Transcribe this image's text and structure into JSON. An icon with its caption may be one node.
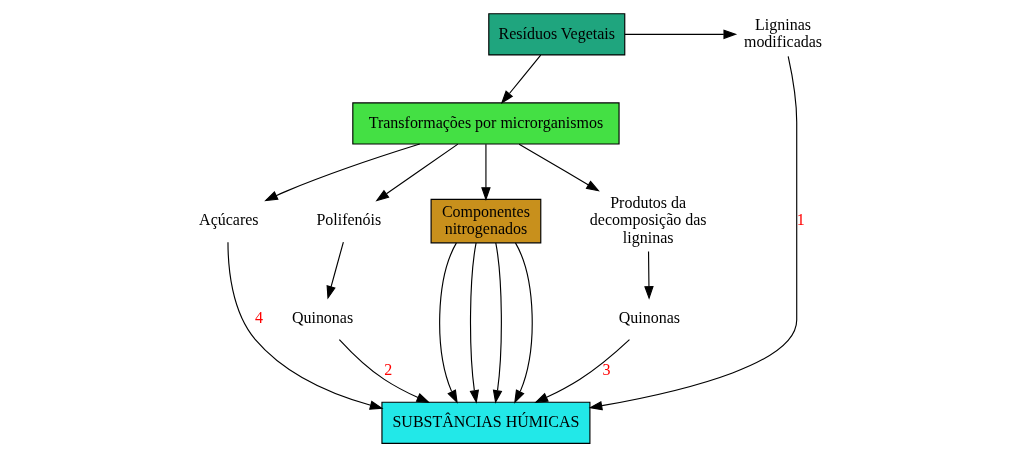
{
  "diagram": {
    "nodes": [
      {
        "text": [
          "Resíduos Vegetais"
        ]
      },
      {
        "text": [
          "Ligninas modificadas"
        ]
      },
      {
        "text": [
          "Transformações por microrganismos"
        ]
      },
      {
        "text": [
          "Açúcares"
        ]
      },
      {
        "text": [
          "Polifenóis"
        ]
      },
      {
        "text": [
          "Componentes nitrogenados"
        ]
      },
      {
        "text": [
          "Produtos da decomposição das ligninas"
        ]
      },
      {
        "text": [
          "Quinonas"
        ]
      },
      {
        "text": [
          "Quinonas"
        ]
      },
      {
        "text": [
          "SUBSTÂNCIAS HÚMICAS"
        ]
      }
    ],
    "edges": [
      {
        "from": 0,
        "to": 1,
        "arrow": "to"
      },
      {
        "from": 0,
        "to": 2,
        "arrow": "to"
      },
      {
        "from": 2,
        "to": 3,
        "arrow": "to"
      },
      {
        "from": 2,
        "to": 4,
        "arrow": "to"
      },
      {
        "from": 2,
        "to": 5,
        "arrow": "to"
      },
      {
        "from": 2,
        "to": 6,
        "arrow": "to"
      },
      {
        "from": 4,
        "to": 7,
        "arrow": "to"
      },
      {
        "from": 6,
        "to": 8,
        "arrow": "to"
      },
      {
        "from": 3,
        "to": 9,
        "arrow": "to",
        "label": "4"
      },
      {
        "from": 5,
        "to": 9,
        "arrow": "to"
      },
      {
        "from": 7,
        "to": 9,
        "arrow": "to",
        "label": "2"
      },
      {
        "from": 5,
        "to": 9,
        "arrow": "to"
      },
      {
        "from": 8,
        "to": 9,
        "arrow": "to",
        "label": "3"
      },
      {
        "from": 5,
        "to": 9,
        "arrow": "to"
      },
      {
        "from": 1,
        "to": 9,
        "arrow": "to",
        "label": "1"
      },
      {
        "from": 5,
        "to": 9,
        "arrow": "to"
      }
    ]
  }
}
